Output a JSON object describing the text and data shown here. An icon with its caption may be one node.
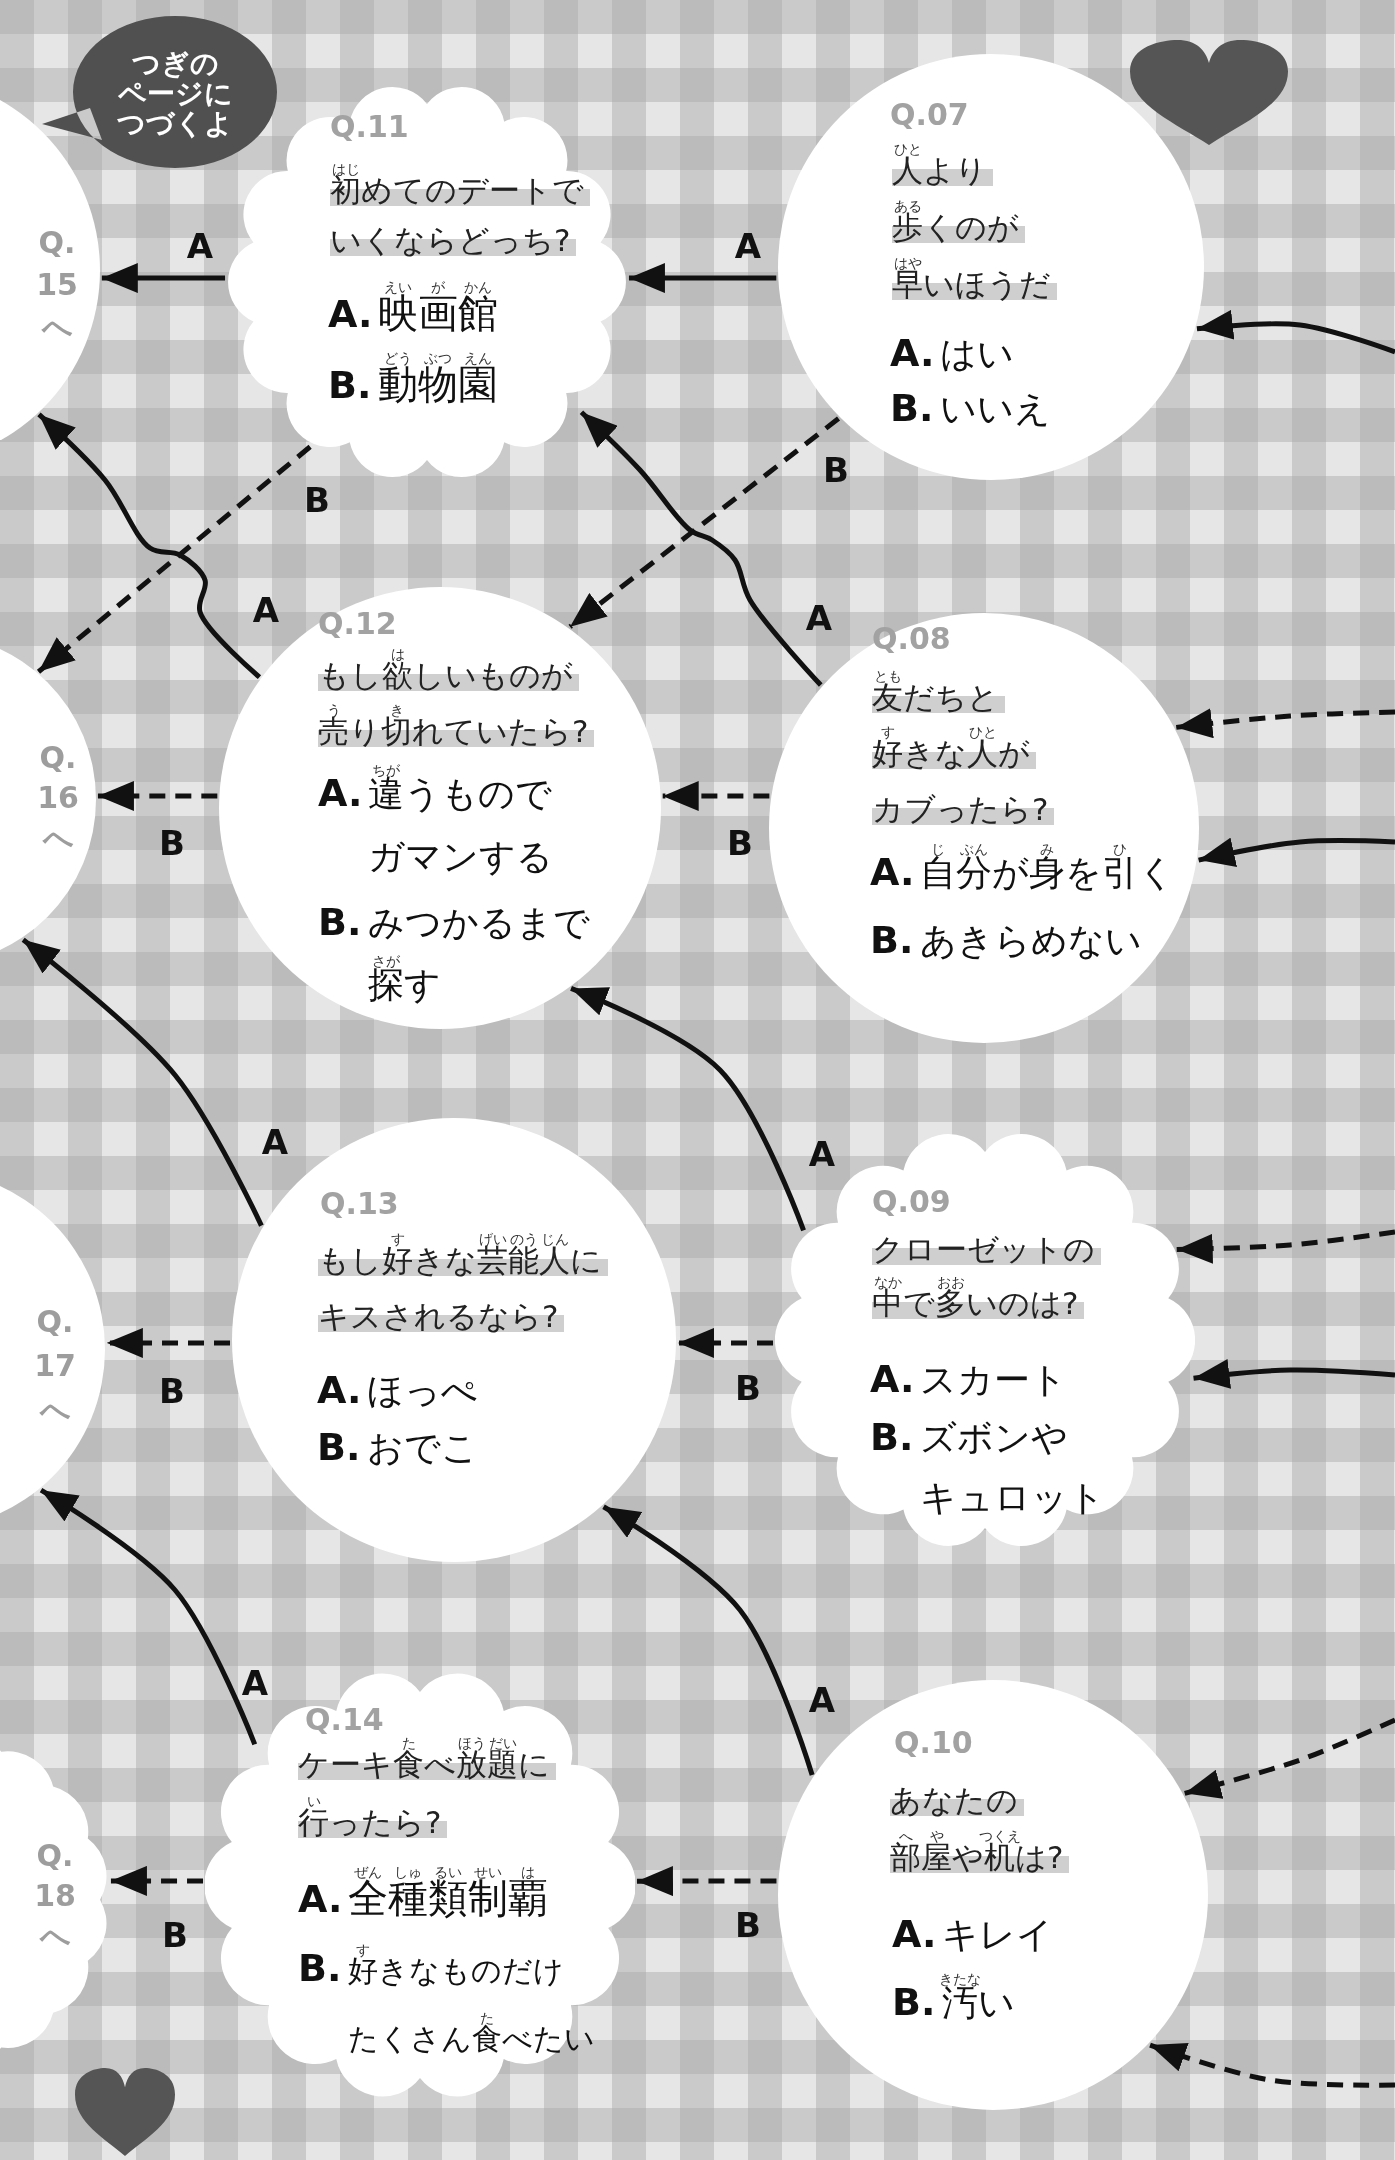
{
  "diagram": {
    "nodes": [
      {
        "text": [
          "つぎのページにつづくよ"
        ]
      },
      {
        "text": [
          "Q.15へ"
        ]
      },
      {
        "text": [
          "Q.11",
          "はじ",
          "初めてのデートでいくならどっち?",
          "えい",
          "が",
          "かん",
          "**A.**映画館",
          "どう",
          "ぶつ",
          "えん",
          "**B.**動物園"
        ]
      },
      {
        "text": [
          "Q.07",
          "ひと",
          "ある",
          "はや",
          "人より歩くのが早いほうだ",
          "**A.**はい",
          "**B.**いいえ"
        ]
      },
      {
        "text": [
          "Q.16へ"
        ]
      },
      {
        "text": [
          "Q.12",
          "は",
          "う",
          "き",
          "もし欲しいものが売り切れていたら?",
          "ちが",
          "**A.**違うものでガマンする",
          "さが",
          "**B.**みつかるまで探す"
        ]
      },
      {
        "text": [
          "Q.08",
          "とも",
          "す",
          "ひと",
          "友だちと好きな人がカブったら?",
          "じ",
          "ぶん",
          "み",
          "ひ",
          "**A.**自分が身を引く",
          "**B.**あきらめない"
        ]
      },
      {
        "text": [
          "Q.17へ"
        ]
      },
      {
        "text": [
          "Q.13",
          "す",
          "げい",
          "のう",
          "じん",
          "もし好きな芸能人にキスされるなら?",
          "**A.**ほっぺ",
          "**B.**おでこ"
        ]
      },
      {
        "text": [
          "Q.09",
          "なか",
          "おお",
          "クローゼットの中で多いのは?",
          "**A.**スカート",
          "**B.**ズボンやキュロット"
        ]
      },
      {
        "text": [
          "Q.18へ"
        ]
      },
      {
        "text": [
          "Q.14",
          "た",
          "ほう",
          "だい",
          "い",
          "ケーキ食べ放題に行ったら?",
          "ぜん",
          "しゅ",
          "るい",
          "せい",
          "は",
          "**A.**全種類制覇",
          "す",
          "た",
          "**B.**好きなものだけたくさん食べたい"
        ]
      },
      {
        "text": [
          "Q.10",
          "へ",
          "や",
          "つくえ",
          "あなたの部屋や机は?",
          "**A.**キレイ",
          "きたな",
          "**B.**汚い"
        ]
      }
    ],
    "edges": [
      {
        "from": 2,
        "to": 1,
        "arrow": "to",
        "label": "A"
      },
      {
        "from": 2,
        "to": 4,
        "arrow": "to",
        "label": "B",
        "style": "dashed"
      },
      {
        "from": 3,
        "to": 2,
        "arrow": "to",
        "label": "A"
      },
      {
        "from": 3,
        "to": 5,
        "arrow": "to",
        "label": "B",
        "style": "dashed"
      },
      {
        "from": 5,
        "to": 1,
        "arrow": "to",
        "label": "A"
      },
      {
        "from": 5,
        "to": 4,
        "arrow": "to",
        "label": "B",
        "style": "dashed"
      },
      {
        "from": 6,
        "to": 2,
        "arrow": "to",
        "label": "A"
      },
      {
        "from": 6,
        "to": 5,
        "arrow": "to",
        "label": "B",
        "style": "dashed"
      },
      {
        "from": 8,
        "to": 4,
        "arrow": "to",
        "label": "A"
      },
      {
        "from": 8,
        "to": 7,
        "arrow": "to",
        "label": "B",
        "style": "dashed"
      },
      {
        "from": 9,
        "to": 5,
        "arrow": "to",
        "label": "A"
      },
      {
        "from": 9,
        "to": 8,
        "arrow": "to",
        "label": "B",
        "style": "dashed"
      },
      {
        "from": 11,
        "to": 7,
        "arrow": "to",
        "label": "A"
      },
      {
        "from": 11,
        "to": 10,
        "arrow": "to",
        "label": "B",
        "style": "dashed"
      },
      {
        "from": 12,
        "to": 8,
        "arrow": "to",
        "label": "A"
      },
      {
        "from": 12,
        "to": 11,
        "arrow": "to",
        "label": "B",
        "style": "dashed"
      },
      {
        "from": null,
        "to": 3,
        "arrow": "to"
      },
      {
        "from": null,
        "to": 6,
        "arrow": "to",
        "style": "dashed"
      },
      {
        "from": null,
        "to": 6,
        "arrow": "to"
      },
      {
        "from": null,
        "to": 9,
        "arrow": "to",
        "style": "dashed"
      },
      {
        "from": null,
        "to": 9,
        "arrow": "to"
      },
      {
        "from": null,
        "to": 12,
        "arrow": "to",
        "style": "dashed"
      },
      {
        "from": null,
        "to": 12,
        "arrow": "to",
        "style": "dashed"
      }
    ]
  }
}
